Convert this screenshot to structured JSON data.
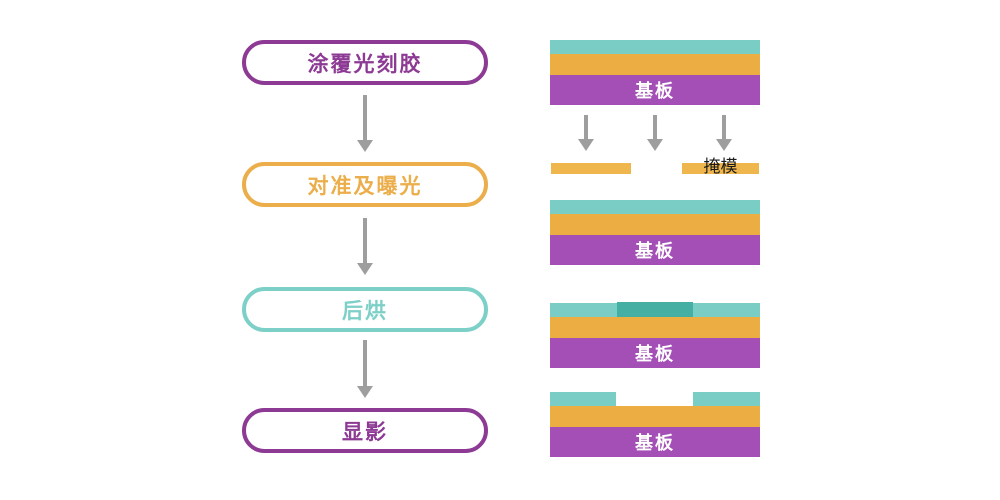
{
  "colors": {
    "purple_outline": "#8C3A94",
    "orange_outline": "#EBAE4A",
    "teal_outline": "#7DD0C8",
    "arrow_gray": "#9E9E9E",
    "layer_teal": "#79CDC5",
    "layer_teal_dark": "#45AFA4",
    "layer_orange": "#ECAE43",
    "layer_purple": "#A44FB6",
    "mask_orange": "#EFB64E",
    "substrate_text": "#FFFFFF",
    "mask_label_text": "#1A1A1A"
  },
  "flow": {
    "steps": [
      {
        "label": "涂覆光刻胶",
        "color": "purple"
      },
      {
        "label": "对准及曝光",
        "color": "orange"
      },
      {
        "label": "后烘",
        "color": "teal"
      },
      {
        "label": "显影",
        "color": "purple"
      }
    ]
  },
  "stages": {
    "after_coat": {
      "substrate_label": "基板"
    },
    "exposure": {
      "mask_label": "掩模"
    },
    "after_expose": {
      "substrate_label": "基板"
    },
    "after_bake": {
      "substrate_label": "基板"
    },
    "after_develop": {
      "substrate_label": "基板"
    }
  }
}
